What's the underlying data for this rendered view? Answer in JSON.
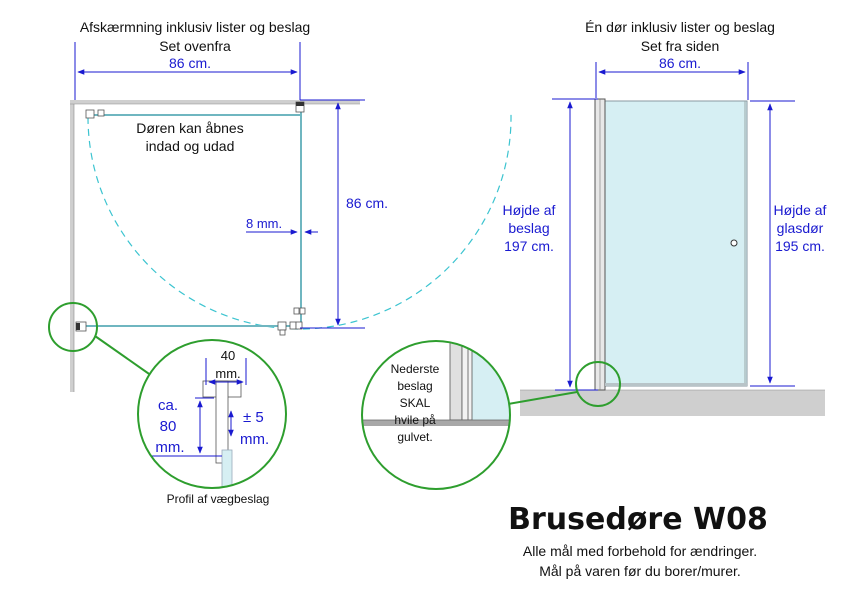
{
  "left": {
    "heading_line1": "Afskærmning inklusiv lister og beslag",
    "heading_line2": "Set ovenfra",
    "width_label": "86 cm.",
    "door_note_line1": "Døren kan åbnes",
    "door_note_line2": "indad og udad",
    "depth_label": "86 cm.",
    "gap_label": "8 mm."
  },
  "profile": {
    "width_value": "40",
    "width_unit": "mm.",
    "height_ca": "ca.",
    "height_value": "80",
    "height_unit": "mm.",
    "tolerance_value": "± 5",
    "tolerance_unit": "mm.",
    "caption": "Profil af vægbeslag"
  },
  "right": {
    "heading_line1": "Én dør inklusiv lister og beslag",
    "heading_line2": "Set fra siden",
    "width_label": "86 cm.",
    "left_height_line1": "Højde af",
    "left_height_line2": "beslag",
    "left_height_line3": "197 cm.",
    "right_height_line1": "Højde af",
    "right_height_line2": "glasdør",
    "right_height_line3": "195 cm."
  },
  "detail": {
    "line1": "Nederste",
    "line2": "beslag",
    "line3": "SKAL",
    "line4": "hvile på",
    "line5": "gulvet."
  },
  "footer": {
    "title": "Brusedøre W08",
    "note_line1": "Alle mål med forbehold for ændringer.",
    "note_line2": "Mål på varen før du borer/murer."
  },
  "colors": {
    "dimension_blue": "#1a1ad0",
    "glass_cyan": "#3cc4d0",
    "callout_green": "#2e9e2e",
    "wall_gray": "#cfcfcf"
  }
}
